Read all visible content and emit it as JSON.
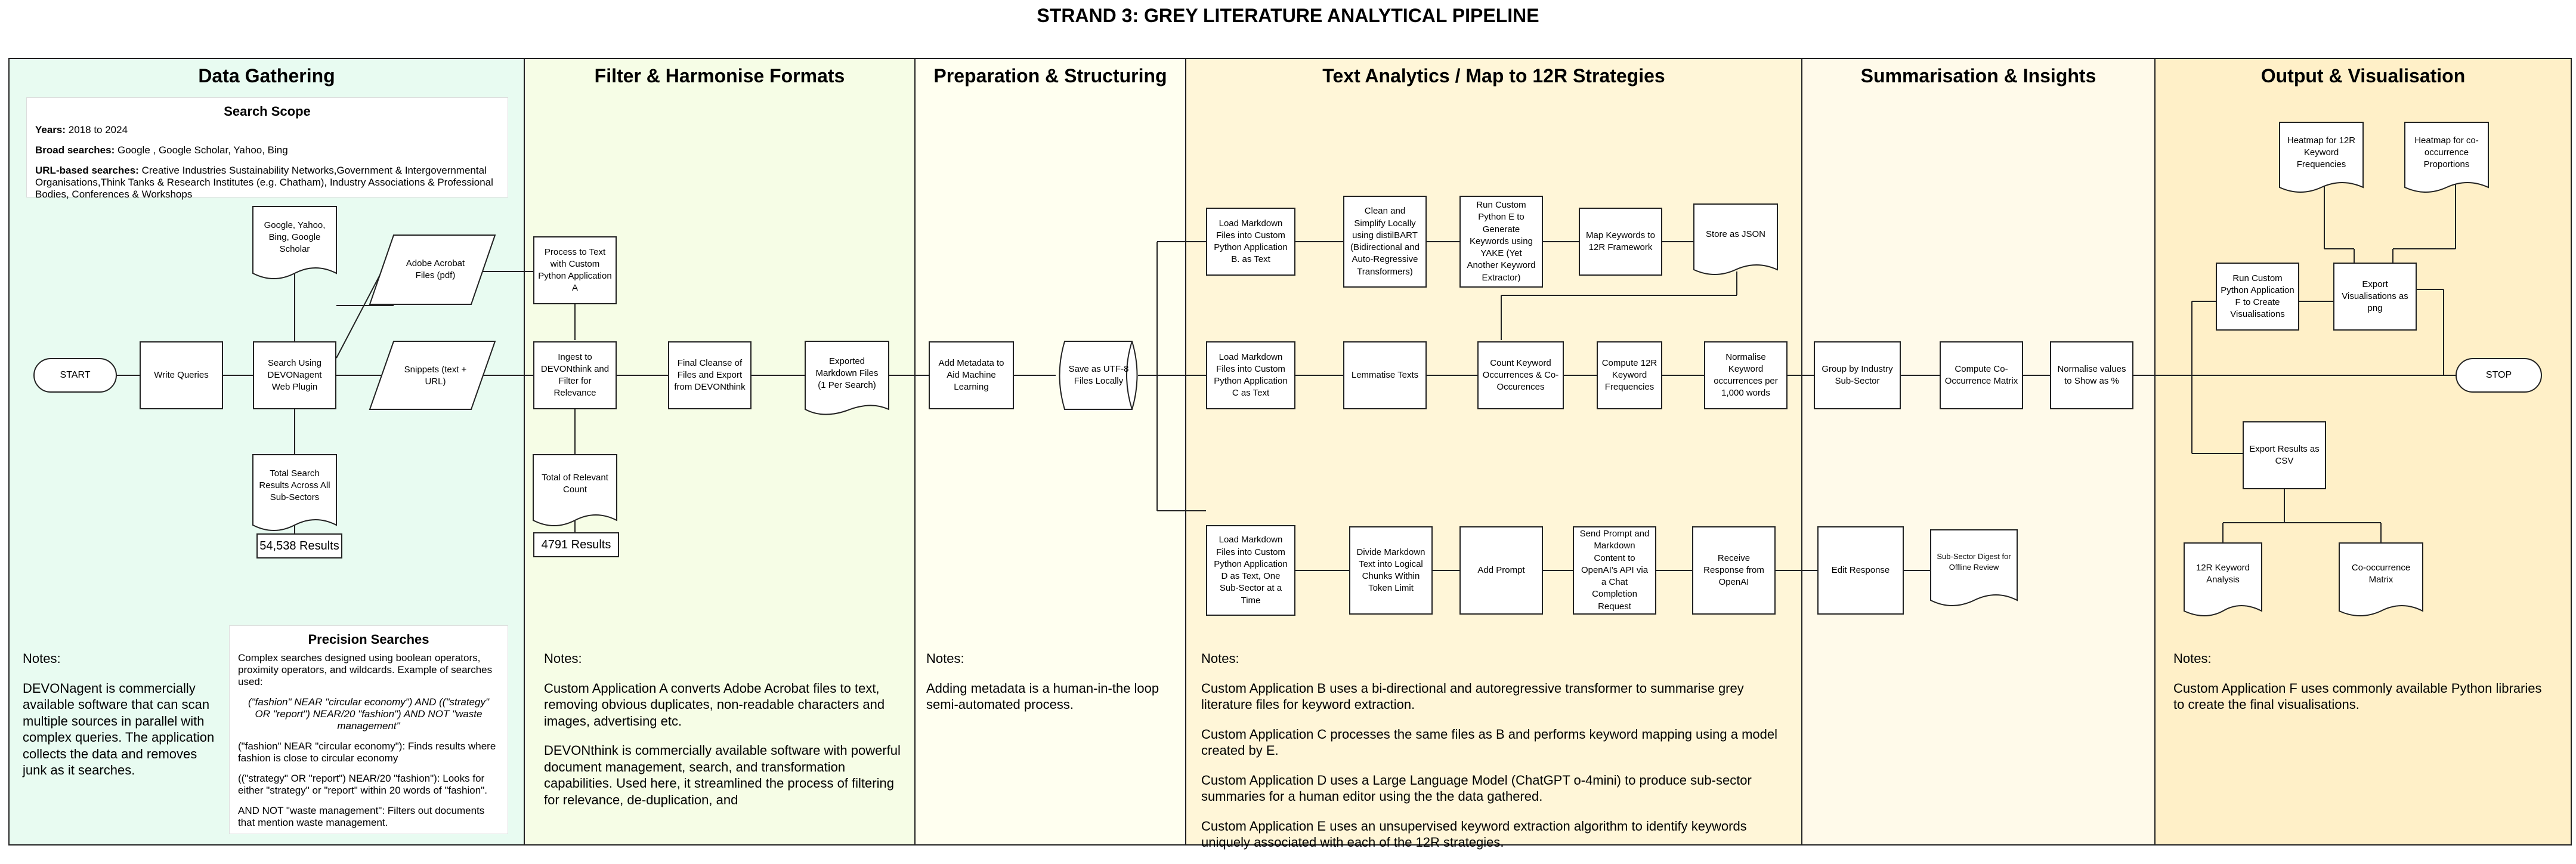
{
  "title": "STRAND 3: GREY LITERATURE ANALYTICAL PIPELINE",
  "lanes": [
    {
      "title": "Data Gathering",
      "color": "#e8fbf1"
    },
    {
      "title": "Filter & Harmonise Formats",
      "color": "#f6fde6"
    },
    {
      "title": "Preparation & Structuring",
      "color": "#fffff0"
    },
    {
      "title": "Text Analytics / Map to 12R Strategies",
      "color": "#fff6d8"
    },
    {
      "title": "Summarisation & Insights",
      "color": "#fffaea"
    },
    {
      "title": "Output & Visualisation",
      "color": "#fff0c8"
    }
  ],
  "search_scope": {
    "heading": "Search Scope",
    "years_label": "Years:",
    "years": "2018 to 2024",
    "broad_label": "Broad searches:",
    "broad": "Google , Google Scholar, Yahoo, Bing",
    "url_label": "URL-based searches:",
    "url": "Creative Industries Sustainability Networks,Government & Intergovernmental Organisations,Think Tanks & Research Institutes (e.g. Chatham), Industry Associations & Professional Bodies, Conferences & Workshops"
  },
  "nodes": {
    "start": "START",
    "write_queries": "Write Queries",
    "search_devon": "Search Using DEVONagent Web Plugin",
    "google_doc": "Google, Yahoo, Bing, Google Scholar",
    "adobe_files": "Adobe Acrobat Files (pdf)",
    "snippets": "Snippets (text + URL)",
    "total_search": "Total Search Results Across All Sub-Sectors",
    "process_text_a": "Process to Text with Custom Python Application A",
    "ingest": "Ingest to DEVONthink and Filter for Relevance",
    "total_relevant": "Total of Relevant Count",
    "final_cleanse": "Final Cleanse of Files and Export from DEVONthink",
    "exported_md": "Exported Markdown Files (1 Per Search)",
    "add_metadata": "Add Metadata to Aid Machine Learning",
    "save_utf8": "Save as UTF-8 Files Locally",
    "load_b": "Load Markdown Files into Custom Python Application B. as Text",
    "clean_simplify": "Clean and Simplify Locally using distilBART (Bidirectional and Auto-Regressive Transformers)",
    "run_e": "Run Custom Python E to Generate Keywords using YAKE (Yet Another Keyword Extractor)",
    "map_keywords": "Map Keywords to 12R Framework",
    "store_json": "Store as JSON",
    "load_c": "Load Markdown Files into Custom Python Application C as Text",
    "lemmatise": "Lemmatise Texts",
    "count_keyword": "Count Keyword Occurrences & Co-Occurences",
    "compute_12r": "Compute 12R Keyword Frequencies",
    "normalise_kw": "Normalise Keyword occurrences per 1,000 words",
    "load_d": "Load Markdown Files into Custom Python Application D as Text, One Sub-Sector at a Time",
    "divide_md": "Divide Markdown Text into Logical Chunks Within Token Limit",
    "add_prompt": "Add Prompt",
    "send_prompt": "Send Prompt and Markdown Content to OpenAI's API via a Chat Completion Request",
    "receive_resp": "Receive Response from OpenAI",
    "group_industry": "Group by Industry Sub-Sector",
    "compute_cooc": "Compute Co-Occurrence Matrix",
    "normalise_pct": "Normalise values to Show as %",
    "edit_response": "Edit Response",
    "subsector_digest": "Sub-Sector Digest for Offline Review",
    "heatmap_12r": "Heatmap for 12R Keyword Frequencies",
    "heatmap_cooc": "Heatmap for co-occurrence Proportions",
    "run_f": "Run Custom Python Application F to Create Visualisations",
    "export_png": "Export Visualisations as png",
    "export_csv": "Export Results as CSV",
    "kw_analysis": "12R Keyword Analysis",
    "cooc_matrix": "Co-occurrence Matrix",
    "stop": "STOP"
  },
  "results": {
    "search_results": "54,538 Results",
    "relevant_results": "4791 Results"
  },
  "precision": {
    "heading": "Precision Searches",
    "intro": "Complex searches designed using boolean operators, proximity operators, and wildcards. Example of searches used:",
    "example": "(\"fashion\" NEAR \"circular economy\") AND ((\"strategy\" OR \"report\") NEAR/20 \"fashion\") AND NOT \"waste management\"",
    "exp1": "(\"fashion\" NEAR \"circular economy\"): Finds results where fashion is close to circular economy",
    "exp2": "((\"strategy\" OR \"report\") NEAR/20 \"fashion\"): Looks for either \"strategy\" or \"report\" within 20 words of \"fashion\".",
    "exp3": "AND NOT \"waste management\": Filters out documents that mention waste management."
  },
  "notes": {
    "label": "Notes:",
    "gathering": "DEVONagent is commercially available software that can scan multiple sources in parallel with complex queries. The application collects the data and removes junk as it searches.",
    "filter1": "Custom Application A converts Adobe Acrobat files to text, removing obvious duplicates, non-readable characters and images, advertising etc.",
    "filter2": "DEVONthink is commercially available software with powerful document management, search, and transformation capabilities. Used here, it streamlined the process of filtering for relevance, de-duplication, and",
    "prep": "Adding metadata is a human-in-the loop semi-automated process.",
    "text1": "Custom Application B uses a bi-directional and autoregressive transformer to summarise grey literature files for keyword extraction.",
    "text2": "Custom Application C processes the same files as B and performs keyword mapping using a model created by E.",
    "text3": "Custom Application D uses a Large Language Model (ChatGPT o-4mini) to produce sub-sector summaries for a human editor using the the data gathered.",
    "text4": "Custom Application E uses an unsupervised keyword extraction algorithm to identify keywords uniquely associated with each of the 12R strategies.",
    "output": "Custom Application F uses commonly available Python libraries to create the final visualisations."
  }
}
